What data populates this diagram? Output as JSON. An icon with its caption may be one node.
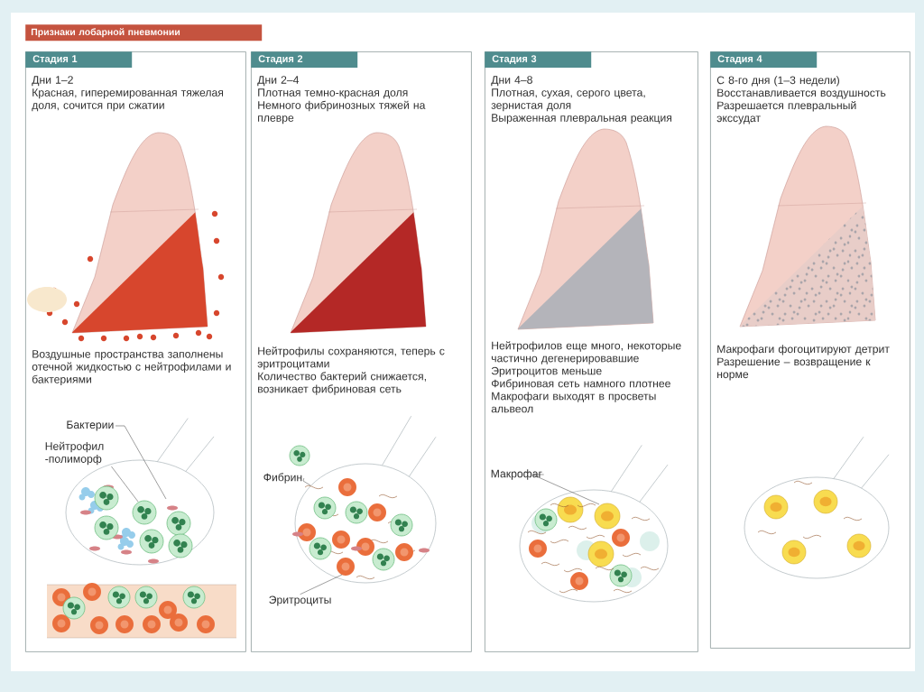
{
  "diagram": {
    "title": "Признаки лобарной пневмонии",
    "nodes": [
      {
        "text": [
          "Стадия 1",
          "Дни 1–2",
          "Красная, гиперемированная тяжелая доля, сочится при сжатии",
          "Воздушные пространства заполнены отечной жидкостью с нейтрофилами и бактериями"
        ]
      },
      {
        "text": [
          "Бактерии"
        ],
        "in": 0
      },
      {
        "text": [
          "Нейтрофил -полиморф"
        ],
        "in": 0
      },
      {
        "text": [
          "Стадия 2",
          "Дни 2–4",
          "Плотная темно-красная доля",
          "Немного фибринозных тяжей на плевре",
          "Нейтрофилы сохраняются, теперь с эритроцитами",
          "Количество бактерий снижается, возникает фибриновая сеть"
        ]
      },
      {
        "text": [
          "Фибрин"
        ],
        "in": 3
      },
      {
        "text": [
          "Эритроциты"
        ],
        "in": 3
      },
      {
        "text": [
          "Стадия 3",
          "Дни 4–8",
          "Плотная, сухая, серого цвета, зернистая доля",
          "Выраженная плевральная реакция",
          "Нейтрофилов еще много, некоторые частично дегенерировавшие",
          "Эритроцитов меньше",
          "Фибриновая сеть намного плотнее",
          "Макрофаги выходят в просветы альвеол"
        ]
      },
      {
        "text": [
          "Макрофаг"
        ],
        "in": 6
      },
      {
        "text": [
          "Стадия 4",
          "С 8-го дня (1–3 недели)",
          "Восстанавливается воздушность",
          "Разрешается плевральный экссудат",
          "Макрофаги фогоцитируют детрит",
          "Разрешение – возвращение к норме"
        ]
      }
    ],
    "edges": [
      {
        "from": 1,
        "to": null,
        "arrow": "none"
      },
      {
        "from": 2,
        "to": null,
        "arrow": "none"
      },
      {
        "from": 4,
        "to": null,
        "arrow": "none"
      },
      {
        "from": 5,
        "to": null,
        "arrow": "none"
      },
      {
        "from": 7,
        "to": null,
        "arrow": "none"
      }
    ]
  }
}
